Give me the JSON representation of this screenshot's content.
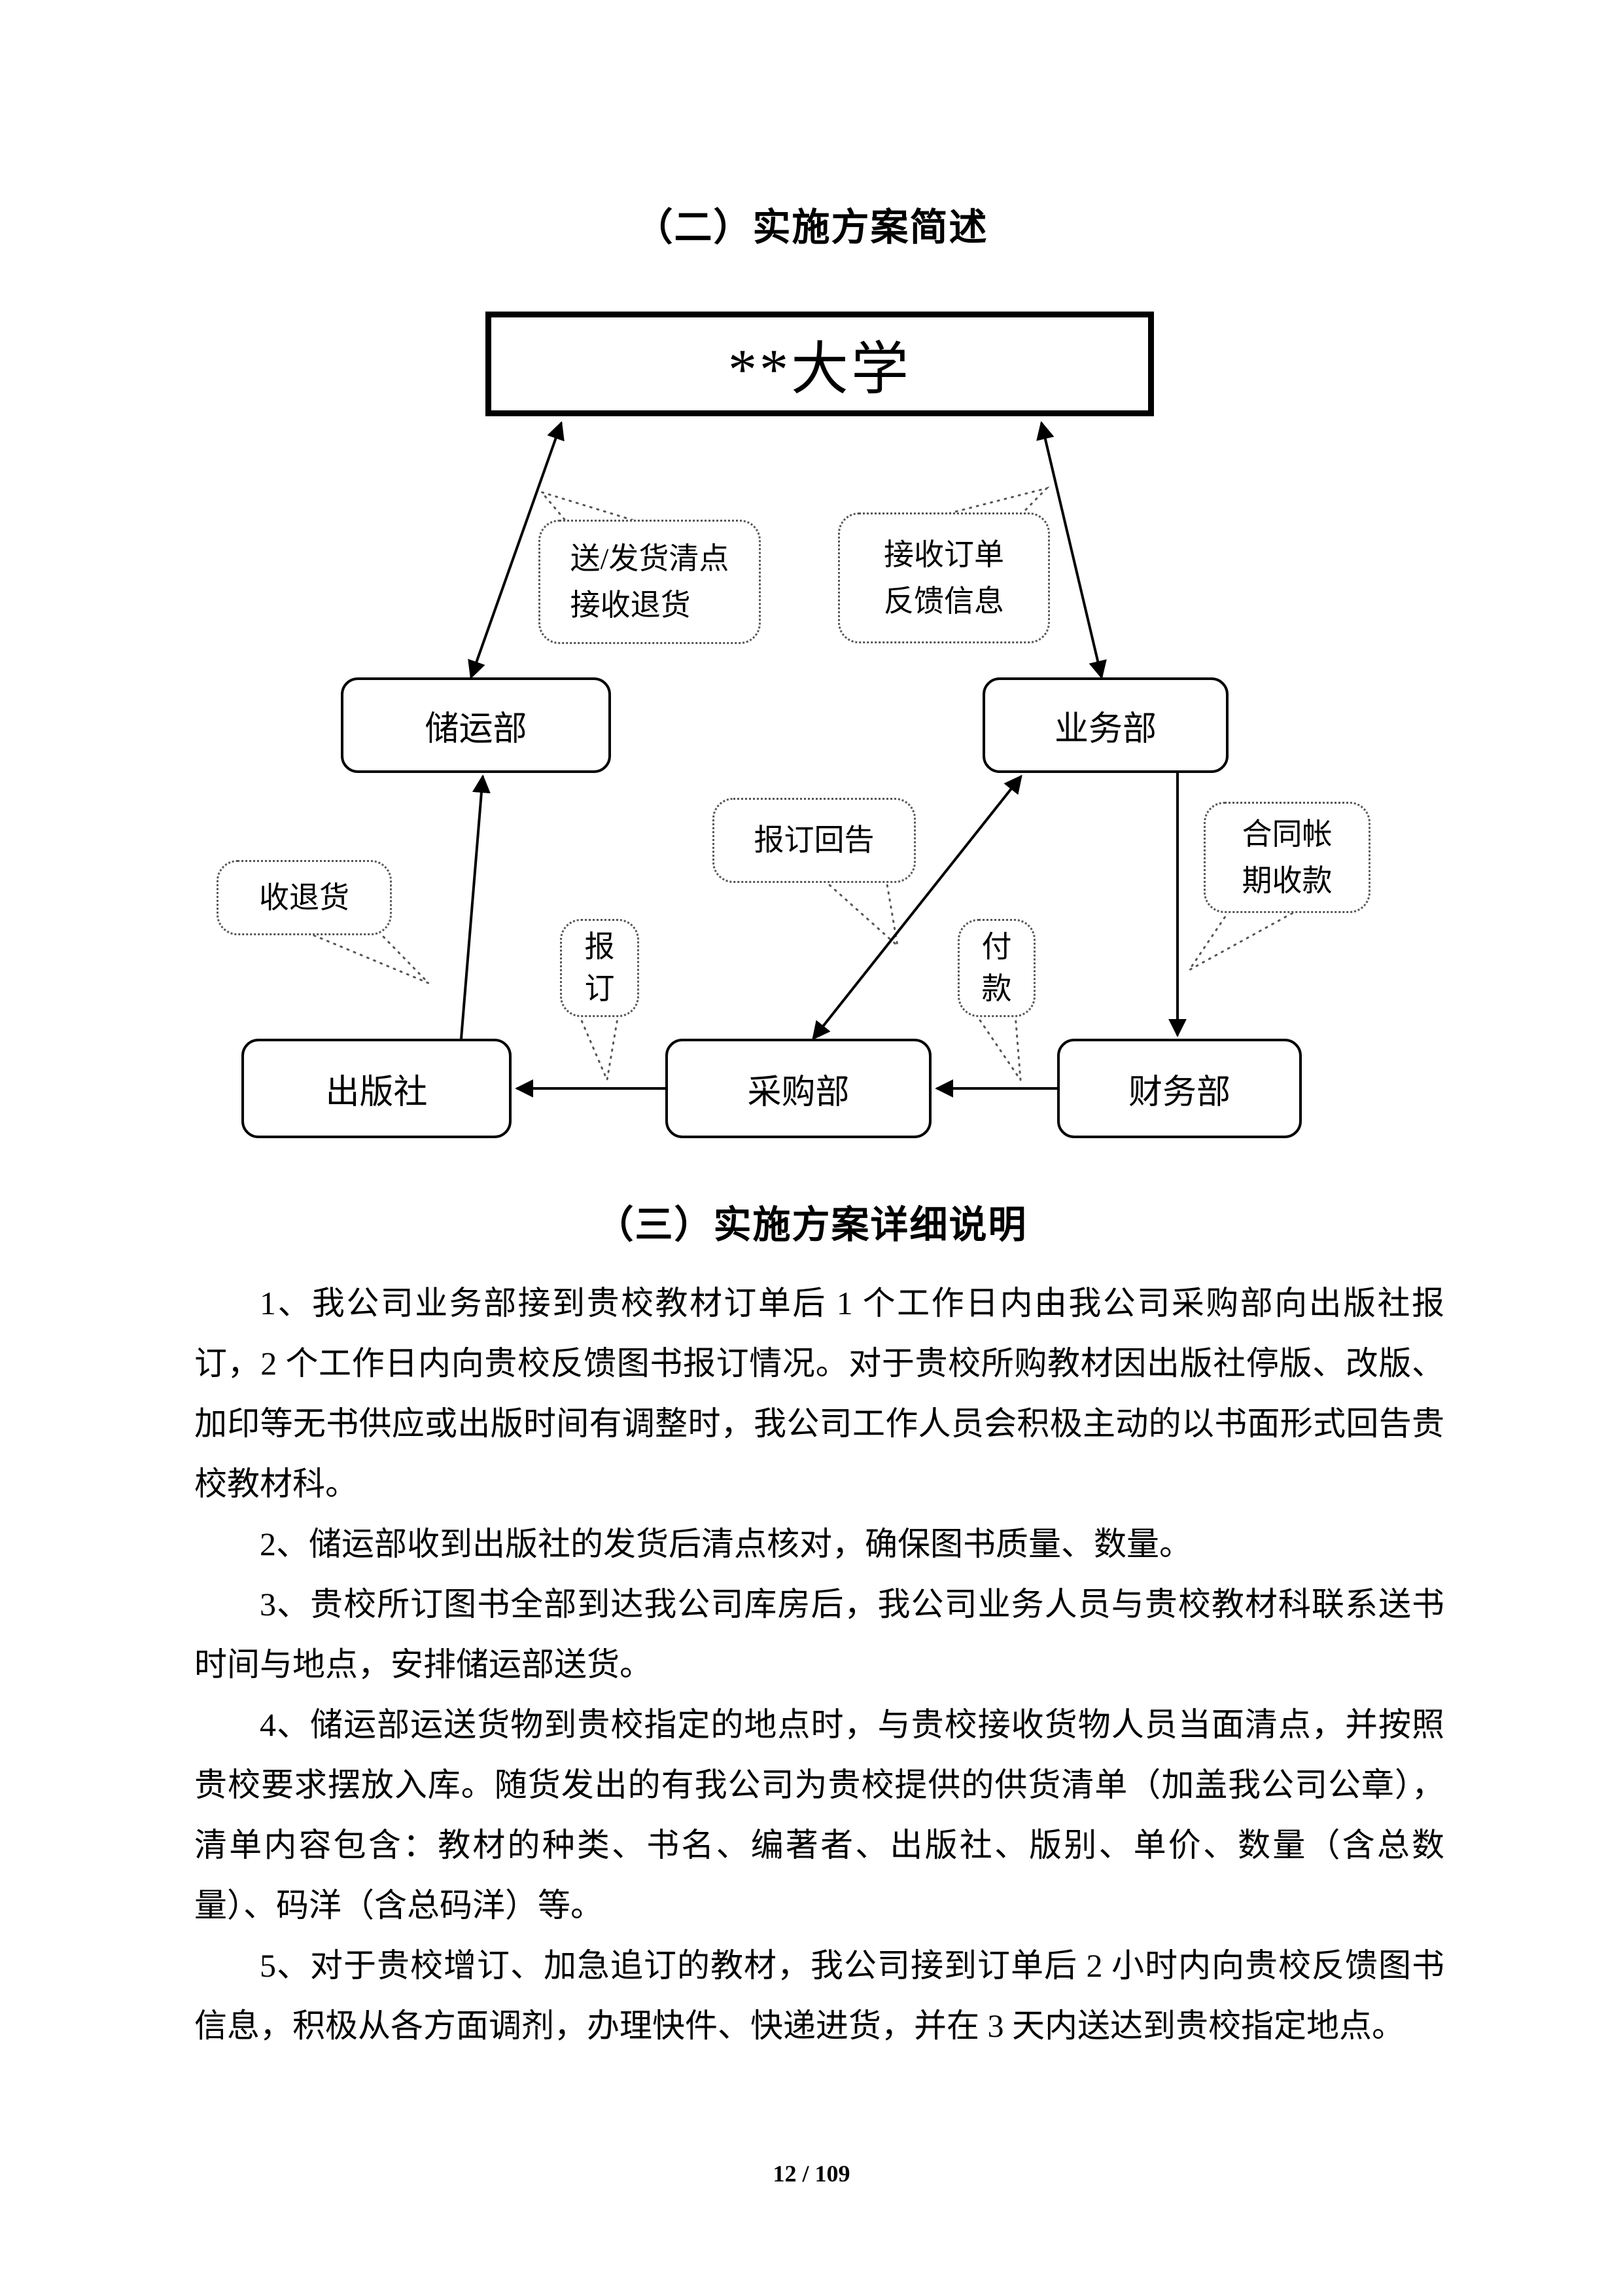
{
  "colors": {
    "ink": "#000000",
    "paper": "#ffffff",
    "dotted_border": "#555555"
  },
  "headings": {
    "section2": "（二）实施方案简述",
    "section3": "（三）实施方案详细说明"
  },
  "diagram": {
    "university_label": "**大学",
    "boxes": {
      "chuyunbu": "储运部",
      "yewubu": "业务部",
      "chubanshe": "出版社",
      "caigoubu": "采购部",
      "caiwubu": "财务部"
    },
    "callouts": {
      "ship_receive": "送/发货清点\n接收退货",
      "order_feedback": "接收订单\n反馈信息",
      "baoding_huigao": "报订回告",
      "hetong_shoukuan": "合同帐\n期收款",
      "shou_tuihuo": "收退货",
      "baoding": "报\n订",
      "fukuan": "付\n款"
    }
  },
  "body": {
    "paragraphs": [
      "1、我公司业务部接到贵校教材订单后 1 个工作日内由我公司采购部向出版社报订，2 个工作日内向贵校反馈图书报订情况。对于贵校所购教材因出版社停版、改版、加印等无书供应或出版时间有调整时，我公司工作人员会积极主动的以书面形式回告贵校教材科。",
      "2、储运部收到出版社的发货后清点核对，确保图书质量、数量。",
      "3、贵校所订图书全部到达我公司库房后，我公司业务人员与贵校教材科联系送书时间与地点，安排储运部送货。",
      "4、储运部运送货物到贵校指定的地点时，与贵校接收货物人员当面清点，并按照贵校要求摆放入库。随货发出的有我公司为贵校提供的供货清单（加盖我公司公章），清单内容包含：教材的种类、书名、编著者、出版社、版别、单价、数量（含总数量）、码洋（含总码洋）等。",
      "5、对于贵校增订、加急追订的教材，我公司接到订单后 2 小时内向贵校反馈图书信息，积极从各方面调剂，办理快件、快递进货，并在 3 天内送达到贵校指定地点。"
    ]
  },
  "page": {
    "footer": "12 / 109"
  }
}
